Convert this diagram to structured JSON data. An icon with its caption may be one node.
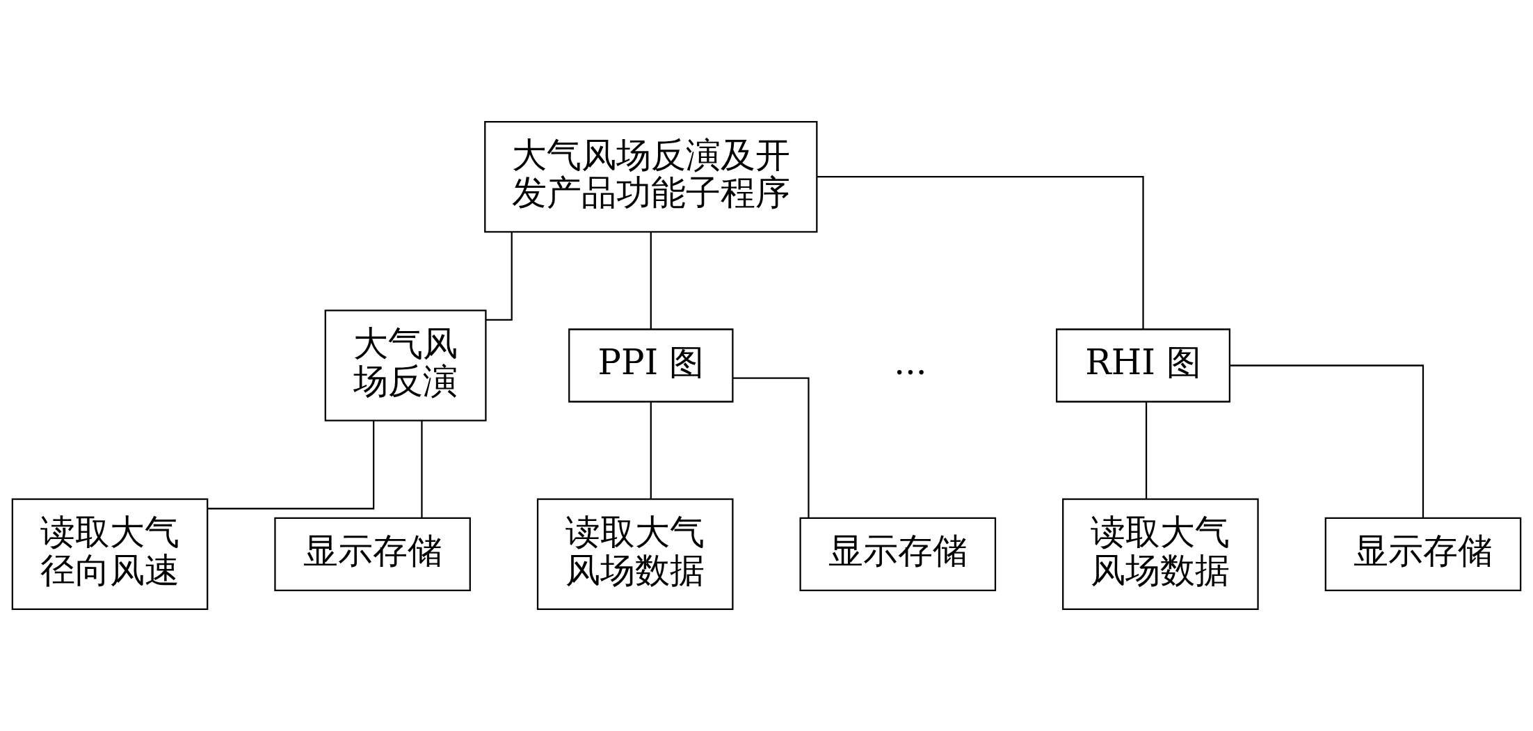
{
  "diagram": {
    "nodes": [
      {
        "text": [
          "大气风场反演及开发产品功能子程序"
        ]
      },
      {
        "text": [
          "大气风场反演"
        ]
      },
      {
        "text": [
          "PPI 图"
        ]
      },
      {
        "text": [
          "RHI 图"
        ]
      },
      {
        "text": [
          "读取大气径向风速"
        ]
      },
      {
        "text": [
          "显示存储"
        ]
      },
      {
        "text": [
          "读取大气风场数据"
        ]
      },
      {
        "text": [
          "显示存储"
        ]
      },
      {
        "text": [
          "读取大气风场数据"
        ]
      },
      {
        "text": [
          "显示存储"
        ]
      }
    ],
    "edges": [
      {
        "from": 0,
        "to": 1,
        "arrow": "none"
      },
      {
        "from": 0,
        "to": 2,
        "arrow": "none"
      },
      {
        "from": 0,
        "to": 3,
        "arrow": "none"
      },
      {
        "from": 1,
        "to": 4,
        "arrow": "none"
      },
      {
        "from": 1,
        "to": 5,
        "arrow": "none"
      },
      {
        "from": 2,
        "to": 6,
        "arrow": "none"
      },
      {
        "from": 2,
        "to": 7,
        "arrow": "none"
      },
      {
        "from": 3,
        "to": 8,
        "arrow": "none"
      },
      {
        "from": 3,
        "to": 9,
        "arrow": "none"
      }
    ],
    "labels": [
      "..."
    ]
  }
}
